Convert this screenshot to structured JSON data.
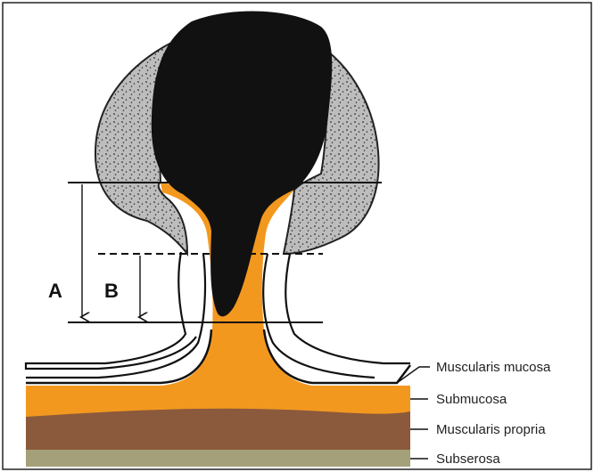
{
  "diagram": {
    "measure_labels": {
      "a": "A",
      "b": "B"
    },
    "layer_labels": {
      "muscularis_mucosa": "Muscularis mucosa",
      "submucosa": "Submucosa",
      "muscularis_propria": "Muscularis propria",
      "subserosa": "Subserosa"
    },
    "colors": {
      "tumor": "#111111",
      "stippled_mucosa": "#b9b9b9",
      "submucosa": "#f3981f",
      "muscularis_propria": "#8b5a3c",
      "subserosa": "#a3a07a",
      "line": "#111111"
    }
  }
}
